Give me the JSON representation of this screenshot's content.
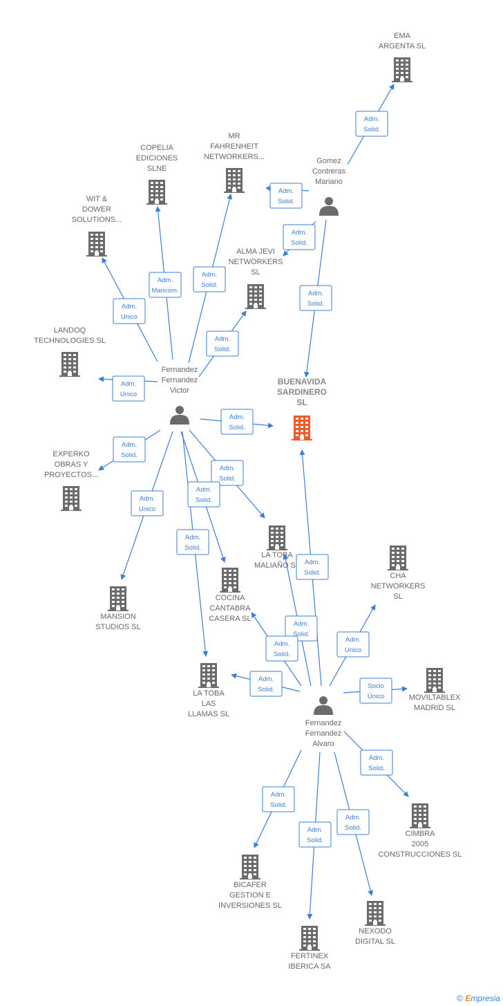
{
  "colors": {
    "edge": "#3a7fd6",
    "company": "#6b6b6b",
    "main_company": "#f05a28",
    "person": "#6b6b6b",
    "label": "#666666"
  },
  "nodes": [
    {
      "id": "ema",
      "type": "company",
      "lines": [
        "EMA",
        "ARGENTA  SL"
      ]
    },
    {
      "id": "mr",
      "type": "company",
      "lines": [
        "MR",
        "FAHRENHEIT",
        "NETWORKERS..."
      ]
    },
    {
      "id": "copelia",
      "type": "company",
      "lines": [
        "COPELIA",
        "EDICIONES",
        "SLNE"
      ]
    },
    {
      "id": "wit",
      "type": "company",
      "lines": [
        "WIT &",
        "DOWER",
        "SOLUTIONS..."
      ]
    },
    {
      "id": "almajevi",
      "type": "company",
      "lines": [
        "ALMA JEVI",
        "NETWORKERS",
        "SL"
      ]
    },
    {
      "id": "landoq",
      "type": "company",
      "lines": [
        "LANDOQ",
        "TECHNOLOGIES SL"
      ]
    },
    {
      "id": "buenavida",
      "type": "company",
      "main": true,
      "lines": [
        "BUENAVIDA",
        "SARDINERO",
        "SL"
      ]
    },
    {
      "id": "experko",
      "type": "company",
      "lines": [
        "EXPERKO",
        "OBRAS Y",
        "PROYECTOS..."
      ]
    },
    {
      "id": "latobamal",
      "type": "company",
      "lines": [
        "LA TOBA",
        "MALIAÑO  SL"
      ]
    },
    {
      "id": "cha",
      "type": "company",
      "lines": [
        "CHA",
        "NETWORKERS",
        "SL"
      ]
    },
    {
      "id": "cocina",
      "type": "company",
      "lines": [
        "COCINA",
        "CANTABRA",
        "CASERA  SL"
      ]
    },
    {
      "id": "mansion",
      "type": "company",
      "lines": [
        "MANSION",
        "STUDIOS  SL"
      ]
    },
    {
      "id": "latobalas",
      "type": "company",
      "lines": [
        "LA TOBA",
        "LAS",
        "LLAMAS  SL"
      ]
    },
    {
      "id": "moviltablex",
      "type": "company",
      "lines": [
        "MOVILTABLEX",
        "MADRID SL"
      ]
    },
    {
      "id": "cimbra",
      "type": "company",
      "lines": [
        "CIMBRA",
        "2005",
        "CONSTRUCCIONES SL"
      ]
    },
    {
      "id": "bicafer",
      "type": "company",
      "lines": [
        "BICAFER",
        "GESTION E",
        "INVERSIONES SL"
      ]
    },
    {
      "id": "nexodo",
      "type": "company",
      "lines": [
        "NEXODO",
        "DIGITAL  SL"
      ]
    },
    {
      "id": "fertinex",
      "type": "company",
      "lines": [
        "FERTINEX",
        "IBERICA SA"
      ]
    },
    {
      "id": "gomez",
      "type": "person",
      "lines": [
        "Gomez",
        "Contreras",
        "Mariano"
      ]
    },
    {
      "id": "victor",
      "type": "person",
      "lines": [
        "Fernandez",
        "Fernandez",
        "Victor"
      ]
    },
    {
      "id": "alvaro",
      "type": "person",
      "lines": [
        "Fernandez",
        "Fernandez",
        "Alvaro"
      ]
    }
  ],
  "edges": [
    {
      "from": "gomez",
      "to": "ema",
      "label": [
        "Adm.",
        "Solid."
      ]
    },
    {
      "from": "gomez",
      "to": "mr",
      "label": [
        "Adm.",
        "Solid."
      ]
    },
    {
      "from": "gomez",
      "to": "almajevi",
      "label": [
        "Adm.",
        "Solid."
      ]
    },
    {
      "from": "gomez",
      "to": "buenavida",
      "label": [
        "Adm.",
        "Solid."
      ]
    },
    {
      "from": "victor",
      "to": "copelia",
      "label": [
        "Adm.",
        "Mancom."
      ]
    },
    {
      "from": "victor",
      "to": "mr",
      "label": [
        "Adm.",
        "Solid."
      ]
    },
    {
      "from": "victor",
      "to": "wit",
      "label": [
        "Adm.",
        "Unico"
      ]
    },
    {
      "from": "victor",
      "to": "almajevi",
      "label": [
        "Adm.",
        "Solid."
      ]
    },
    {
      "from": "victor",
      "to": "landoq",
      "label": [
        "Adm.",
        "Unico"
      ]
    },
    {
      "from": "victor",
      "to": "buenavida",
      "label": [
        "Adm.",
        "Solid."
      ]
    },
    {
      "from": "victor",
      "to": "experko",
      "label": [
        "Adm.",
        "Solid."
      ]
    },
    {
      "from": "victor",
      "to": "latobamal",
      "label": [
        "Adm.",
        "Solid."
      ]
    },
    {
      "from": "victor",
      "to": "cocina",
      "label": [
        "Adm.",
        "Solid."
      ]
    },
    {
      "from": "victor",
      "to": "mansion",
      "label": [
        "Adm.",
        "Unico"
      ]
    },
    {
      "from": "victor",
      "to": "latobalas",
      "label": [
        "Adm.",
        "Solid."
      ]
    },
    {
      "from": "alvaro",
      "to": "buenavida",
      "label": [
        "Adm.",
        "Solid."
      ]
    },
    {
      "from": "alvaro",
      "to": "latobamal",
      "label": [
        "Adm.",
        "Solid."
      ]
    },
    {
      "from": "alvaro",
      "to": "cha",
      "label": [
        "Adm.",
        "Unico"
      ]
    },
    {
      "from": "alvaro",
      "to": "cocina",
      "label": [
        "Adm.",
        "Solid."
      ]
    },
    {
      "from": "alvaro",
      "to": "latobalas",
      "label": [
        "Adm.",
        "Solid."
      ]
    },
    {
      "from": "alvaro",
      "to": "moviltablex",
      "label": [
        "Socio",
        "Único"
      ]
    },
    {
      "from": "alvaro",
      "to": "cimbra",
      "label": [
        "Adm.",
        "Solid."
      ]
    },
    {
      "from": "alvaro",
      "to": "bicafer",
      "label": [
        "Adm.",
        "Solid."
      ]
    },
    {
      "from": "alvaro",
      "to": "nexodo",
      "label": [
        "Adm.",
        "Solid."
      ]
    },
    {
      "from": "alvaro",
      "to": "fertinex",
      "label": [
        "Adm.",
        "Solid."
      ]
    }
  ],
  "footer": {
    "copyright": "©",
    "brand_initial": "E",
    "brand_rest": "mpresia"
  }
}
